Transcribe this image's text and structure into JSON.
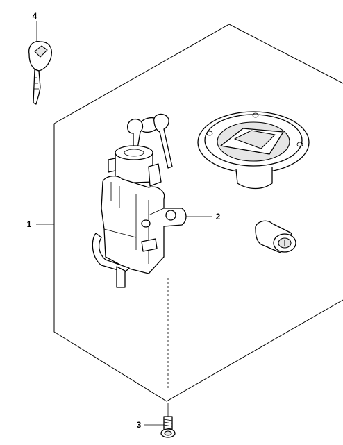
{
  "diagram": {
    "callouts": [
      {
        "id": "1",
        "label": "1"
      },
      {
        "id": "2",
        "label": "2"
      },
      {
        "id": "3",
        "label": "3"
      },
      {
        "id": "4",
        "label": "4"
      }
    ],
    "parts": [
      {
        "callout": "1",
        "icon": "lock-set-assembly-frame"
      },
      {
        "callout": "2",
        "icon": "ignition-switch-icon"
      },
      {
        "callout": "3",
        "icon": "screw-icon"
      },
      {
        "callout": "4",
        "icon": "key-blank-icon"
      }
    ],
    "extra_icons": [
      "fuel-cap-icon",
      "seat-lock-cylinder-icon",
      "key-pair-icon"
    ]
  }
}
